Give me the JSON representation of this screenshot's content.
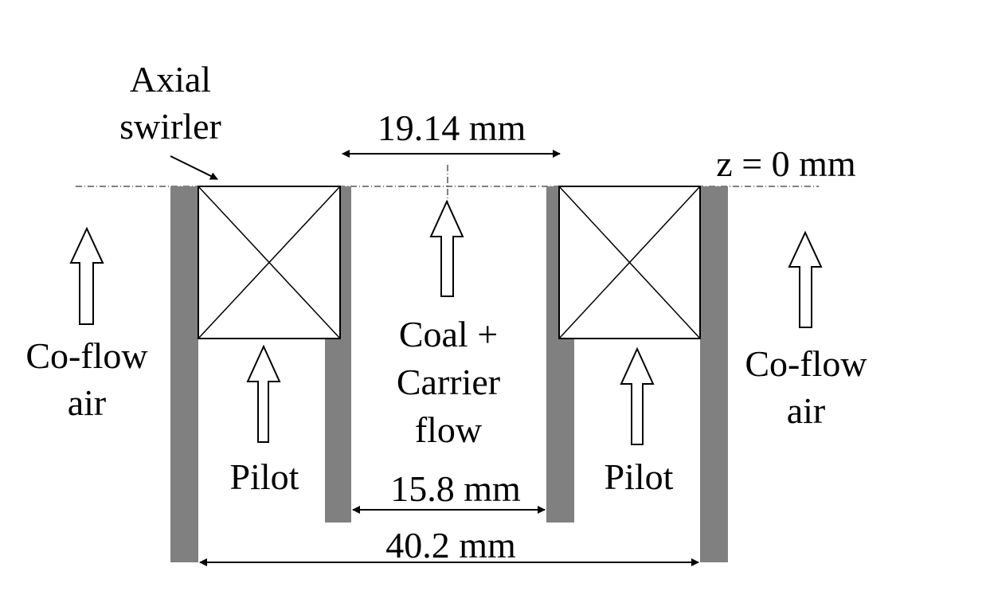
{
  "diagram": {
    "title": "Burner geometry schematic",
    "labels": {
      "axial_swirler_line1": "Axial",
      "axial_swirler_line2": "swirler",
      "z_reference": "z = 0 mm",
      "coflow_left_line1": "Co-flow",
      "coflow_left_line2": "air",
      "coflow_right_line1": "Co-flow",
      "coflow_right_line2": "air",
      "coal_line1": "Coal +",
      "coal_line2": "Carrier",
      "coal_line3": "flow",
      "pilot_left": "Pilot",
      "pilot_right": "Pilot"
    },
    "dimensions": {
      "swirler_gap": "19.14 mm",
      "inner_diameter": "15.8 mm",
      "outer_diameter": "40.2 mm"
    },
    "colors": {
      "wall": "#808080",
      "line": "#000000",
      "background": "#ffffff"
    }
  }
}
